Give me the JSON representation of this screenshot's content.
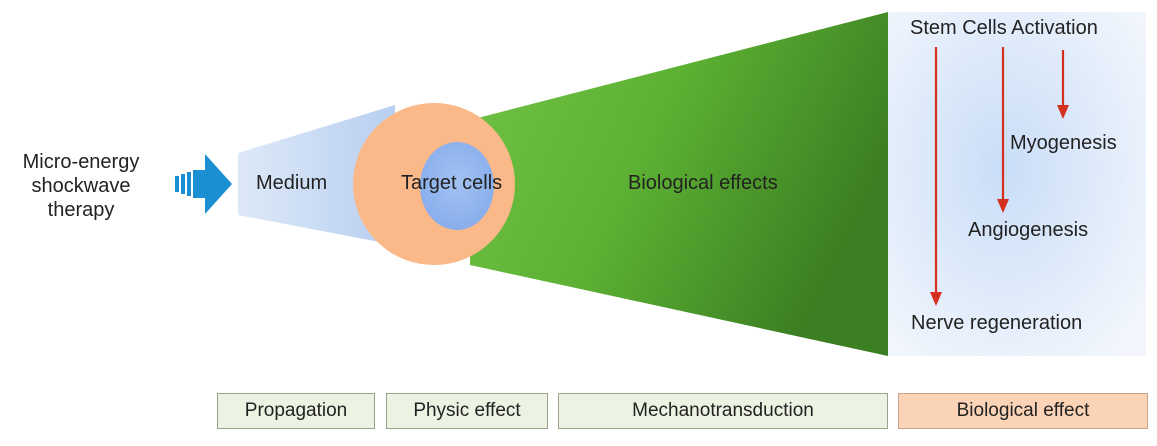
{
  "input": {
    "lines": [
      "Micro-energy",
      "shockwave",
      "therapy"
    ]
  },
  "medium_label": "Medium",
  "target_label": "Target cells",
  "effects_label": "Biological effects",
  "panel": {
    "title": "Stem Cells Activation",
    "outcomes": {
      "myogenesis": "Myogenesis",
      "angiogenesis": "Angiogenesis",
      "nerve": "Nerve regeneration"
    }
  },
  "stages": [
    {
      "label": "Propagation"
    },
    {
      "label": "Physic effect"
    },
    {
      "label": "Mechanotransduction"
    },
    {
      "label": "Biological effect"
    }
  ],
  "colors": {
    "arrow_blue": "#1a8fd2",
    "medium_blue": "#c9dcf3",
    "target_outer": "#fbb888",
    "target_inner": "#8fb5ef",
    "effects_green": "#62b43a",
    "panel_blue": "#d8e7fb",
    "red_arrow": "#d3301e",
    "stage_green": "#edf3e2",
    "stage_peach": "#fbd3b6"
  }
}
